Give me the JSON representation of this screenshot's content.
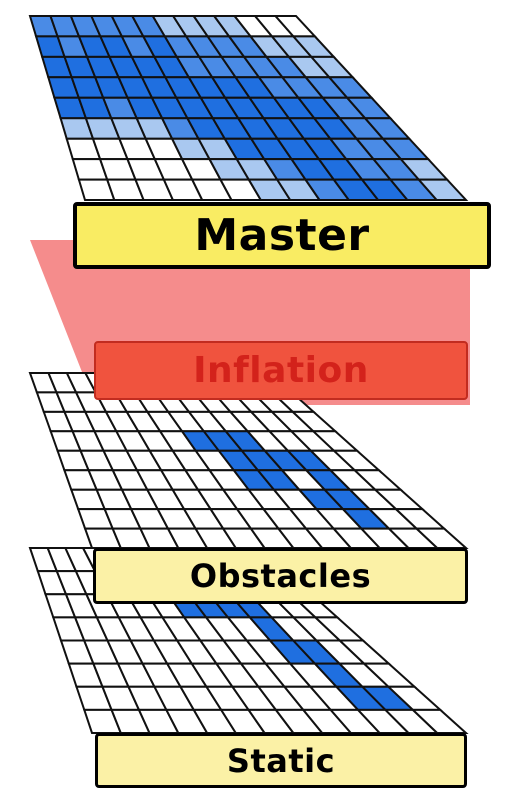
{
  "colors": {
    "grid_line": "#111111",
    "cell_empty": "#ffffff",
    "cell_dark": "#1f6fe0",
    "cell_mid": "#4a8be6",
    "cell_light": "#a9c8f0",
    "inflation_projection": "#f47f7f",
    "master_label_bg": "#f9ec63",
    "inflation_label_bg": "#f0533e",
    "inflation_label_text": "#d3221b",
    "layer_label_bg": "#fbf1a6"
  },
  "layers": [
    {
      "id": "master",
      "label": "Master",
      "cells": [
        [
          2,
          2,
          2,
          2,
          2,
          2,
          3,
          3,
          3,
          3,
          0,
          0,
          0
        ],
        [
          1,
          2,
          1,
          1,
          2,
          1,
          2,
          2,
          2,
          2,
          3,
          3,
          3
        ],
        [
          1,
          1,
          1,
          1,
          1,
          1,
          2,
          2,
          2,
          2,
          2,
          3,
          3
        ],
        [
          1,
          1,
          1,
          1,
          1,
          1,
          1,
          1,
          1,
          2,
          2,
          2,
          2
        ],
        [
          1,
          1,
          2,
          1,
          1,
          1,
          1,
          1,
          1,
          1,
          1,
          2,
          2
        ],
        [
          3,
          3,
          3,
          3,
          2,
          1,
          1,
          1,
          1,
          1,
          1,
          2,
          2
        ],
        [
          0,
          0,
          0,
          0,
          3,
          3,
          1,
          1,
          1,
          1,
          2,
          2,
          2
        ],
        [
          0,
          0,
          0,
          0,
          0,
          3,
          3,
          2,
          1,
          1,
          2,
          2,
          3
        ],
        [
          0,
          0,
          0,
          0,
          0,
          0,
          3,
          3,
          2,
          1,
          1,
          2,
          3
        ]
      ]
    },
    {
      "id": "inflation",
      "label": "Inflation"
    },
    {
      "id": "obstacles",
      "label": "Obstacles",
      "cells": [
        [
          0,
          0,
          0,
          0,
          0,
          0,
          0,
          0,
          0,
          0,
          0,
          0,
          0
        ],
        [
          0,
          0,
          0,
          0,
          0,
          0,
          0,
          0,
          0,
          0,
          0,
          0,
          0
        ],
        [
          0,
          0,
          0,
          0,
          0,
          0,
          0,
          0,
          0,
          0,
          0,
          0,
          0
        ],
        [
          0,
          0,
          0,
          0,
          0,
          0,
          1,
          1,
          1,
          0,
          0,
          0,
          0
        ],
        [
          0,
          0,
          0,
          0,
          0,
          0,
          0,
          1,
          1,
          1,
          1,
          0,
          0
        ],
        [
          0,
          0,
          0,
          0,
          0,
          0,
          0,
          1,
          1,
          0,
          1,
          0,
          0
        ],
        [
          0,
          0,
          0,
          0,
          0,
          0,
          0,
          0,
          0,
          1,
          1,
          0,
          0
        ],
        [
          0,
          0,
          0,
          0,
          0,
          0,
          0,
          0,
          0,
          0,
          1,
          0,
          0
        ],
        [
          0,
          0,
          0,
          0,
          0,
          0,
          0,
          0,
          0,
          0,
          0,
          0,
          0
        ]
      ]
    },
    {
      "id": "static",
      "label": "Static",
      "cells": [
        [
          0,
          0,
          0,
          0,
          0,
          0,
          0,
          0,
          0,
          0,
          0,
          0,
          0
        ],
        [
          0,
          0,
          0,
          1,
          0,
          0,
          0,
          0,
          0,
          0,
          0,
          0,
          0
        ],
        [
          0,
          0,
          0,
          0,
          0,
          0,
          1,
          1,
          1,
          1,
          0,
          0,
          0
        ],
        [
          0,
          0,
          0,
          0,
          0,
          0,
          0,
          0,
          0,
          1,
          0,
          0,
          0
        ],
        [
          0,
          0,
          0,
          0,
          0,
          0,
          0,
          0,
          0,
          1,
          1,
          0,
          0
        ],
        [
          0,
          0,
          0,
          0,
          0,
          0,
          0,
          0,
          0,
          0,
          1,
          0,
          0
        ],
        [
          0,
          0,
          0,
          0,
          0,
          0,
          0,
          0,
          0,
          0,
          1,
          1,
          0
        ],
        [
          0,
          0,
          0,
          0,
          0,
          0,
          0,
          0,
          0,
          0,
          0,
          0,
          0
        ]
      ]
    }
  ]
}
